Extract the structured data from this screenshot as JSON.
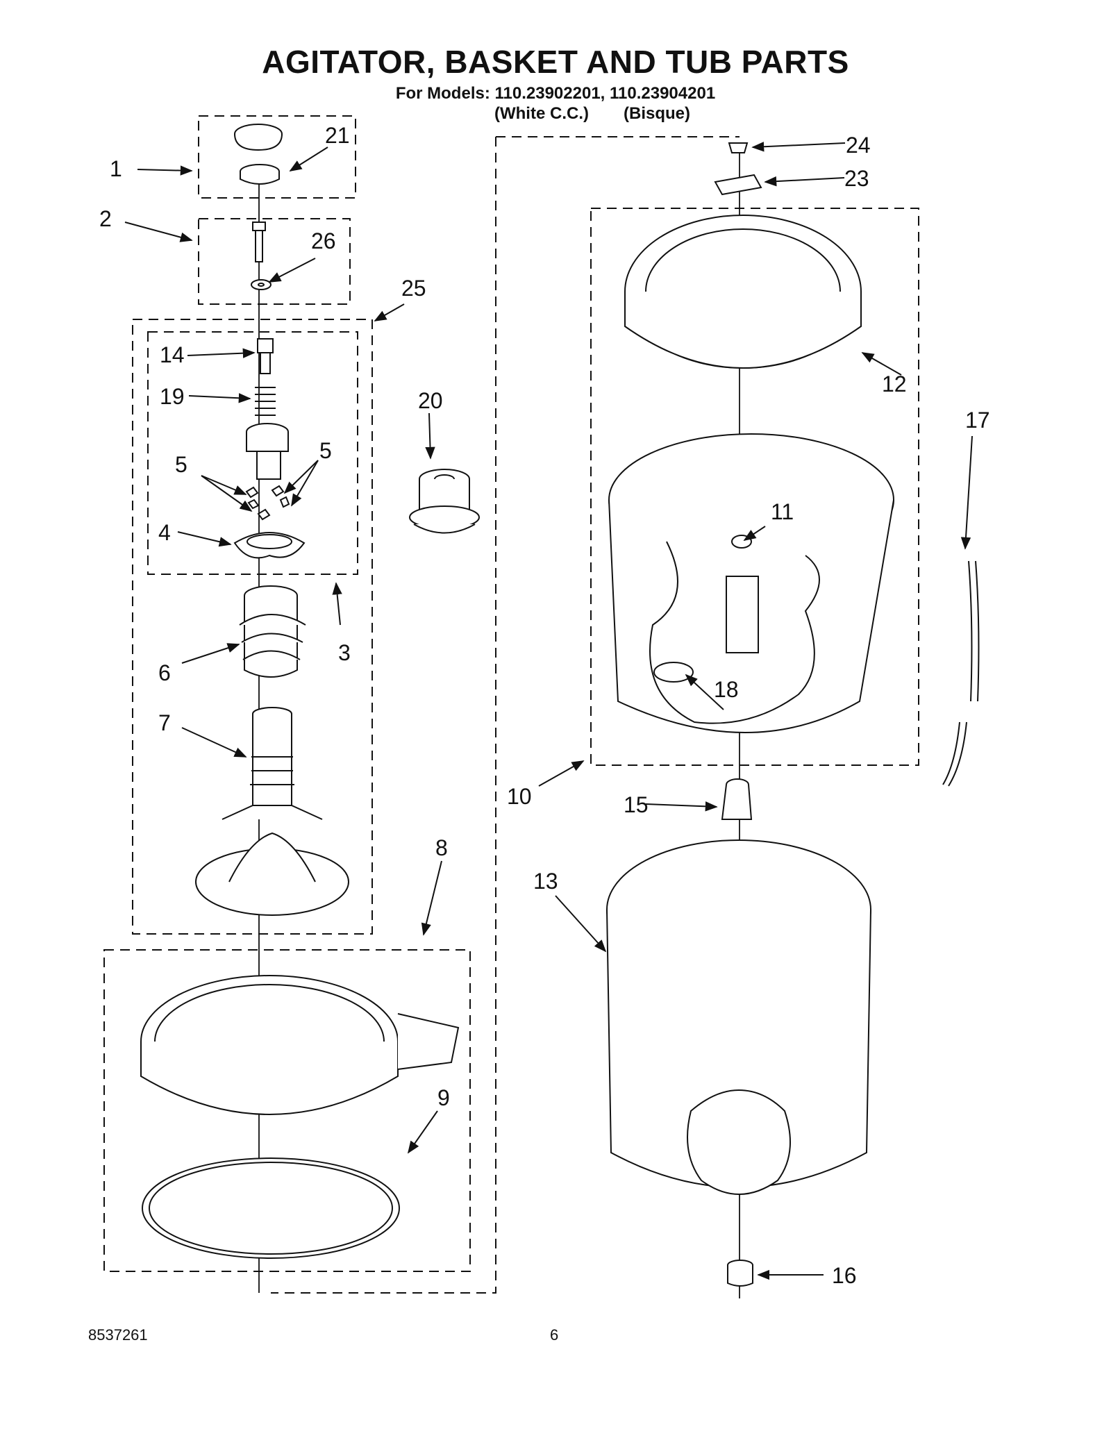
{
  "header": {
    "title": "AGITATOR, BASKET AND TUB PARTS",
    "subtitle": "For Models: 110.23902201, 110.23904201",
    "variant_1": "(White C.C.)",
    "variant_2": "(Bisque)"
  },
  "callouts": {
    "c1": "1",
    "c2": "2",
    "c3": "3",
    "c4": "4",
    "c5a": "5",
    "c5b": "5",
    "c6": "6",
    "c7": "7",
    "c8": "8",
    "c9": "9",
    "c10": "10",
    "c11": "11",
    "c12": "12",
    "c13": "13",
    "c14": "14",
    "c15": "15",
    "c16": "16",
    "c17": "17",
    "c18": "18",
    "c19": "19",
    "c20": "20",
    "c21": "21",
    "c23": "23",
    "c24": "24",
    "c25": "25",
    "c26": "26"
  },
  "footer": {
    "doc_number": "8537261",
    "page_number": "6"
  }
}
